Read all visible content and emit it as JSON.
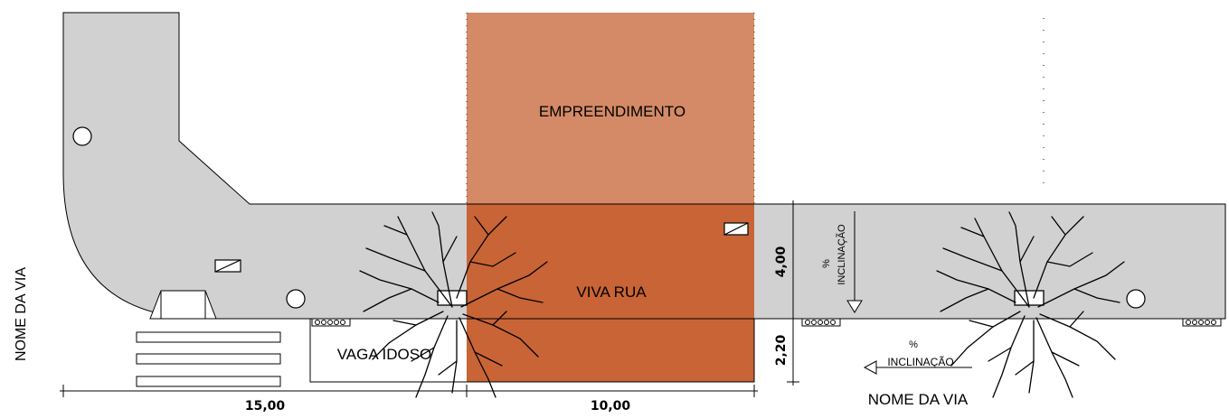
{
  "labels": {
    "empreendimento": "EMPREENDIMENTO",
    "viva_rua": "VIVA RUA",
    "vaga_idoso": "VAGA IDOSO",
    "nome_da_via_left": "NOME DA VIA",
    "nome_da_via_bottom": "NOME DA VIA",
    "inclinacao_vertical_pct": "%",
    "inclinacao_vertical_text": "INCLINAÇÃO",
    "inclinacao_horizontal_pct": "%",
    "inclinacao_horizontal_text": "INCLINAÇÃO"
  },
  "dimensions": {
    "width_left": "15,00",
    "width_middle": "10,00",
    "sidewalk_depth": "4,00",
    "parking_depth": "2,20"
  },
  "colors": {
    "sidewalk": "#d1d1d1",
    "empreendimento": "#d48a66",
    "viva_rua": "#c86435",
    "line": "#000000"
  },
  "icons": [
    "tree-icon",
    "post-circle-icon",
    "grate-icon",
    "drain-grill-icon",
    "crosswalk-icon",
    "ramp-icon"
  ]
}
